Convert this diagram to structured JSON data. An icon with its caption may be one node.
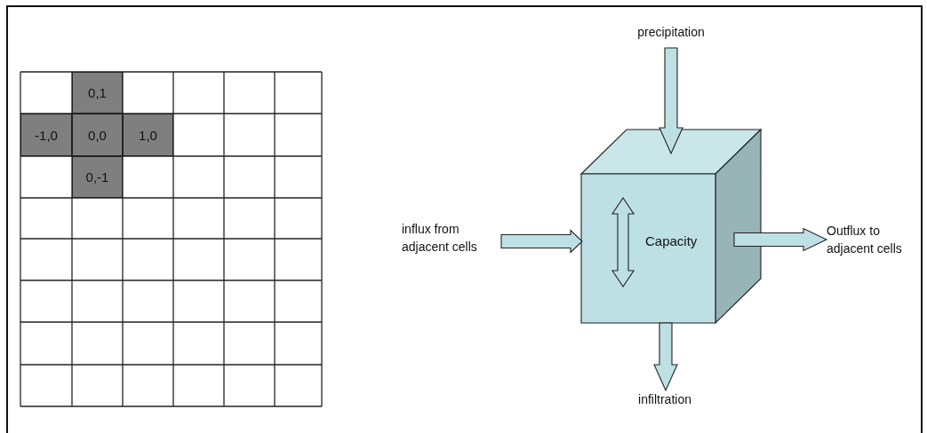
{
  "diagram": {
    "nodes": [
      {
        "text": [
          "precipitation"
        ]
      },
      {
        "text": [
          "influx from adjacent cells"
        ]
      },
      {
        "text": [
          "Capacity"
        ]
      },
      {
        "text": [
          "Outflux to adjacent cells"
        ]
      },
      {
        "text": [
          "infiltration"
        ]
      }
    ],
    "edges": [
      {
        "from": 0,
        "to": 2,
        "arrow": "to"
      },
      {
        "from": 1,
        "to": 2,
        "arrow": "to"
      },
      {
        "from": 2,
        "to": 3,
        "arrow": "to"
      },
      {
        "from": 2,
        "to": 4,
        "arrow": "to"
      }
    ],
    "labels": [
      "0,1",
      "-1,0",
      "0,0",
      "1,0",
      "0,-1"
    ]
  }
}
